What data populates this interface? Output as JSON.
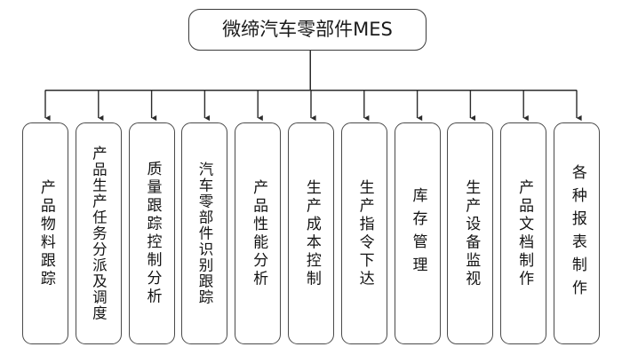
{
  "diagram": {
    "title": "微缔汽车零部件MES",
    "background_color": "#ffffff",
    "line_color": "#2b2b2b",
    "box_border_color": "#4a4a4a",
    "box_fill_color": "#ffffff",
    "text_color": "#141414",
    "connector_style": "orthogonal-bus-with-arrowheads",
    "nodes": [
      {
        "label": "产品物料跟踪"
      },
      {
        "label": "产品生产任务分派及调度"
      },
      {
        "label": "质量跟踪控制分析"
      },
      {
        "label": "汽车零部件识别跟踪"
      },
      {
        "label": "产品性能分析"
      },
      {
        "label": "生产成本控制"
      },
      {
        "label": "生产指令下达"
      },
      {
        "label": "库存管理"
      },
      {
        "label": "生产设备监视"
      },
      {
        "label": "产品文档制作"
      },
      {
        "label": "各种报表制作"
      }
    ]
  }
}
